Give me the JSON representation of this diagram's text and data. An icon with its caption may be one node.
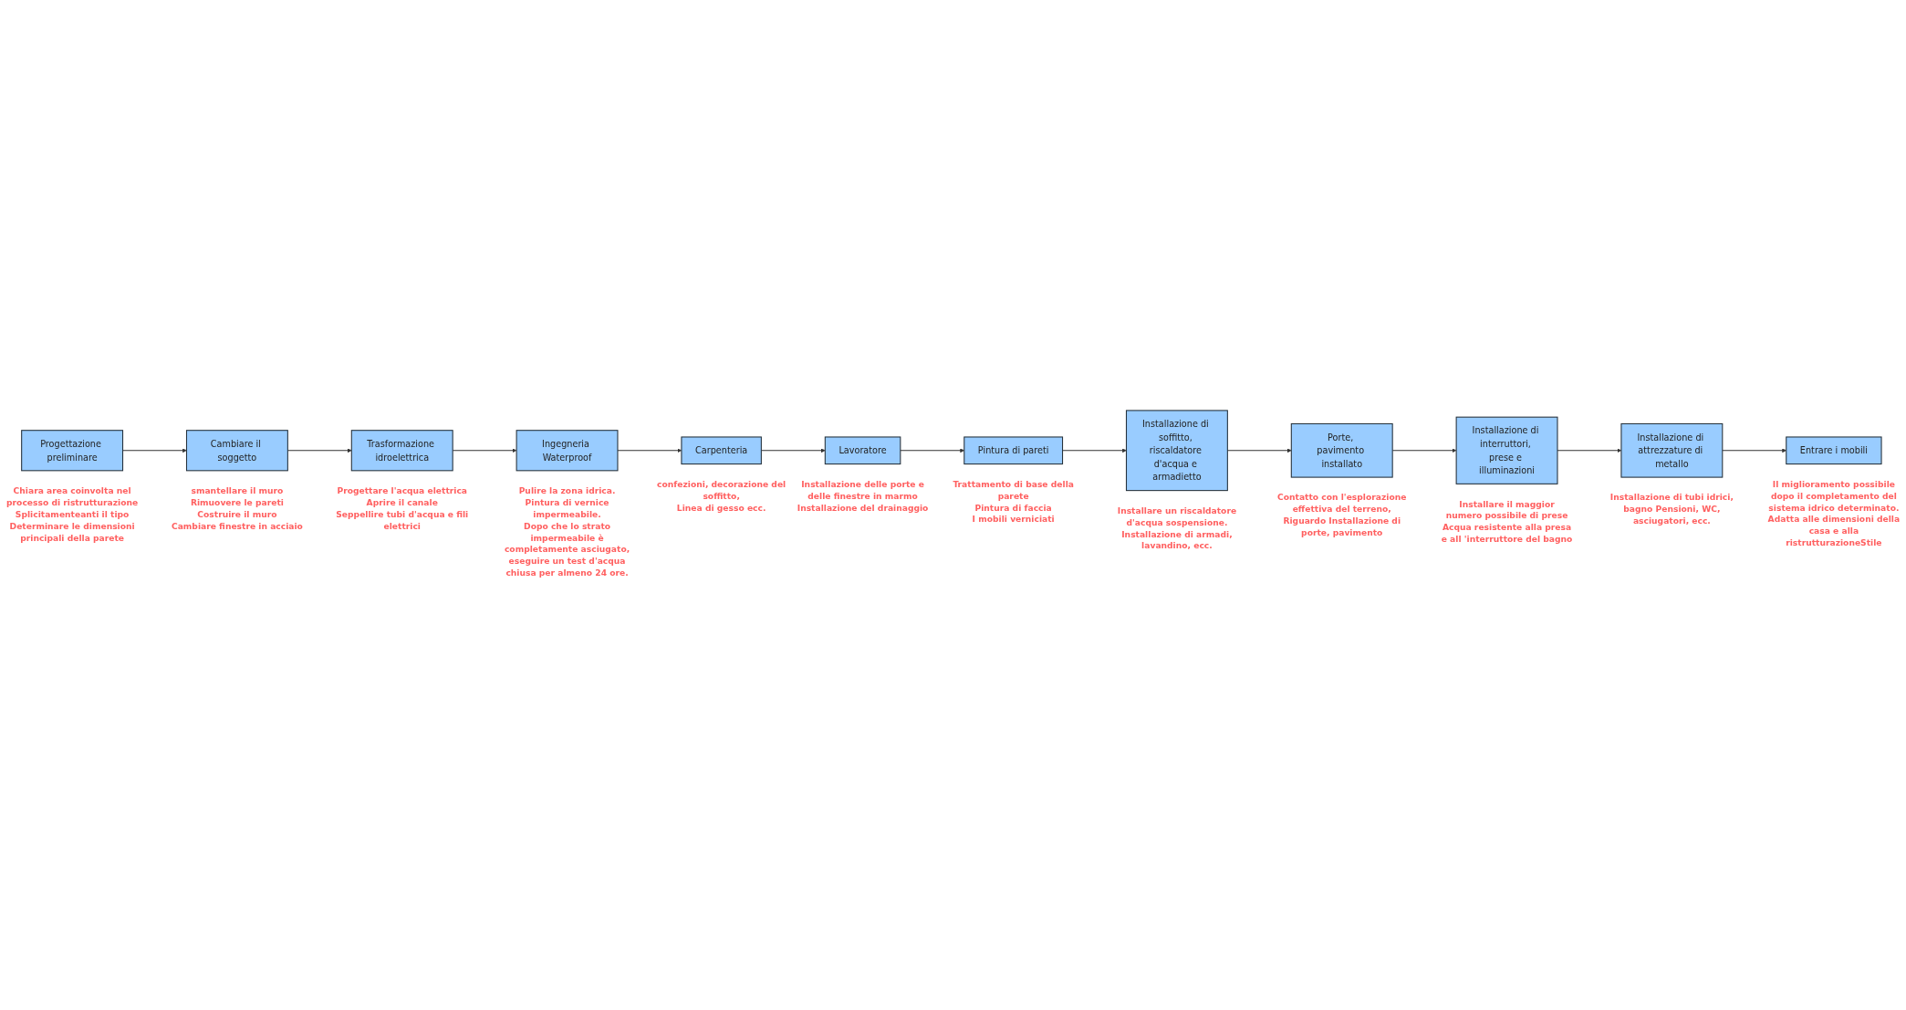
{
  "diagram": {
    "nodes": [
      {
        "text": [
          "Progettazione preliminare"
        ],
        "beside": [
          "Chiara area coinvolta nel processo di ristrutturazione",
          "Splicitamenteanti il tipo",
          "Determinare le dimensioni principali della parete"
        ]
      },
      {
        "text": [
          "Cambiare il soggetto"
        ],
        "beside": [
          "smantellare il muro",
          "Rimuovere le pareti",
          "Costruire il muro",
          "Cambiare finestre in acciaio"
        ]
      },
      {
        "text": [
          "Trasformazione idroelettrica"
        ],
        "beside": [
          "Progettare l'acqua elettrica",
          "Aprire il canale",
          "Seppellire tubi d'acqua e fili elettrici"
        ]
      },
      {
        "text": [
          "Ingegneria Waterproof"
        ],
        "beside": [
          "Pulire la zona idrica.",
          "Pintura di vernice impermeabile.",
          "Dopo che lo strato impermeabile è completamente asciugato, eseguire un test d'acqua chiusa per almeno 24 ore."
        ]
      },
      {
        "text": [
          "Carpenteria"
        ],
        "beside": [
          "confezioni, decorazione del soffitto,",
          "Linea di gesso ecc."
        ]
      },
      {
        "text": [
          "Lavoratore"
        ],
        "beside": [
          "Installazione delle porte e delle finestre in marmo",
          "Installazione del drainaggio"
        ]
      },
      {
        "text": [
          "Pintura di pareti"
        ],
        "beside": [
          "Trattamento di base della parete",
          "Pintura di faccia",
          "I mobili verniciati"
        ]
      },
      {
        "text": [
          "Installazione di soffitto, riscaldatore d'acqua e armadietto"
        ],
        "beside": [
          "Installare un riscaldatore d'acqua sospensione.",
          "Installazione di armadi, lavandino, ecc."
        ]
      },
      {
        "text": [
          "Porte, pavimento installato"
        ],
        "beside": [
          "Contatto con l'esplorazione effettiva del terreno,",
          "Riguardo Installazione di porte, pavimento"
        ]
      },
      {
        "text": [
          "Installazione di interruttori, prese e illuminazioni"
        ],
        "beside": [
          "Installare il maggior numero possibile di prese",
          "Acqua resistente alla presa e all 'interruttore del bagno"
        ]
      },
      {
        "text": [
          "Installazione di attrezzature di metallo"
        ],
        "beside": [
          "Installazione di tubi idrici, bagno Pensioni, WC, asciugatori, ecc."
        ]
      },
      {
        "text": [
          "Entrare i mobili"
        ],
        "beside": [
          "Il miglioramento possibile dopo il completamento del sistema idrico determinato.",
          "Adatta alle dimensioni della casa e alla ristrutturazioneStile"
        ]
      }
    ],
    "edges": [
      {
        "from": 0,
        "to": 1,
        "arrow": "to"
      },
      {
        "from": 1,
        "to": 2,
        "arrow": "to"
      },
      {
        "from": 2,
        "to": 3,
        "arrow": "to"
      },
      {
        "from": 3,
        "to": 4,
        "arrow": "to"
      },
      {
        "from": 4,
        "to": 5,
        "arrow": "to"
      },
      {
        "from": 5,
        "to": 6,
        "arrow": "to"
      },
      {
        "from": 6,
        "to": 7,
        "arrow": "to"
      },
      {
        "from": 7,
        "to": 8,
        "arrow": "to"
      },
      {
        "from": 8,
        "to": 9,
        "arrow": "to"
      },
      {
        "from": 9,
        "to": 10,
        "arrow": "to"
      },
      {
        "from": 10,
        "to": 11,
        "arrow": "to"
      }
    ]
  }
}
